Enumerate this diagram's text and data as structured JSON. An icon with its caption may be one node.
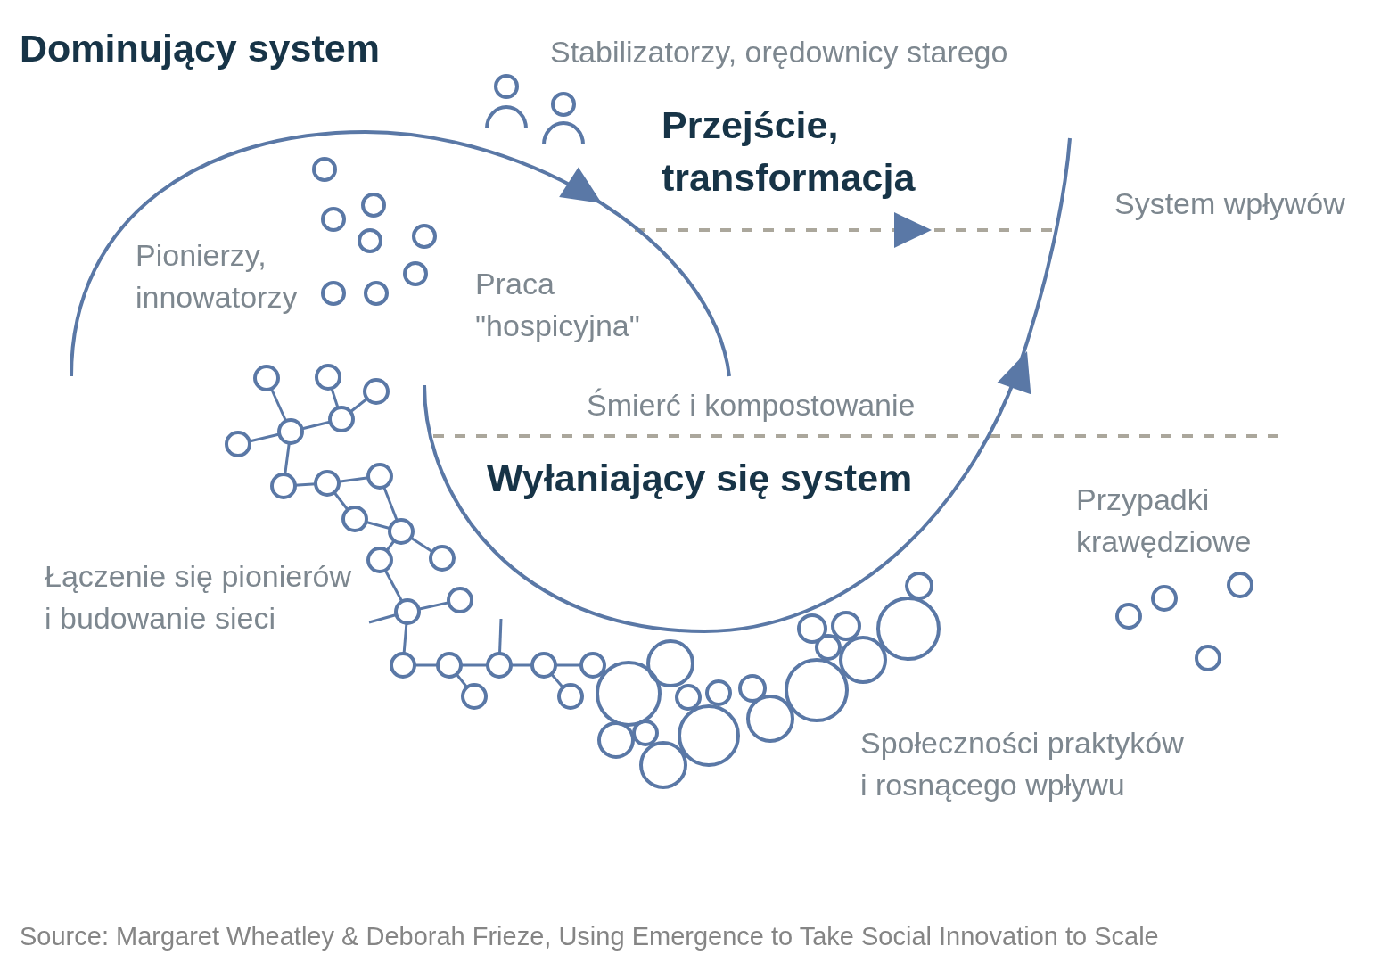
{
  "diagram": {
    "labels": [
      "Dominujący system",
      "Stabilizatorzy, orędownicy starego",
      "Przejście, transformacja",
      "System wpływów",
      "Pionierzy, innowatorzy",
      "Praca \"hospicyjna\"",
      "Śmierć i kompostowanie",
      "Wyłaniający się system",
      "Przypadki krawędziowe",
      "Łączenie się pionierów i budowanie sieci",
      "Społeczności praktyków i rosnącego wpływu"
    ],
    "caption": "Source: Margaret Wheatley & Deborah Frieze, Using Emergence to Take Social Innovation to Scale"
  }
}
